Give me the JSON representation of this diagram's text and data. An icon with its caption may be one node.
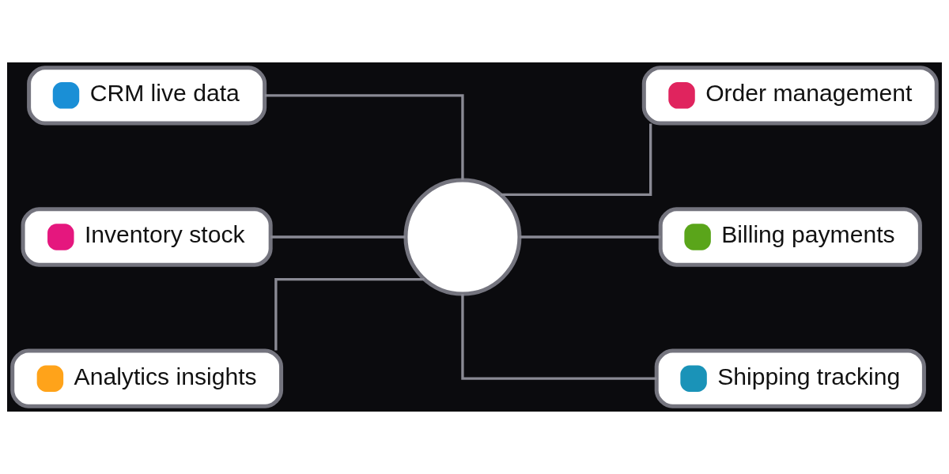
{
  "diagram": {
    "nodes": [
      {
        "text": [
          "Order management"
        ]
      },
      {
        "text": [
          "CRM live data"
        ]
      },
      {
        "text": [
          "Inventory stock"
        ]
      },
      {
        "text": [],
        "shape": "circle"
      },
      {
        "text": [
          "Billing payments"
        ]
      },
      {
        "text": [
          "Shipping tracking"
        ]
      },
      {
        "text": [
          "Analytics insights"
        ]
      }
    ],
    "edges": [
      {
        "from": 1,
        "to": 3,
        "arrow": "none"
      },
      {
        "from": 3,
        "to": 0,
        "arrow": "none"
      },
      {
        "from": 2,
        "to": 3,
        "arrow": "none"
      },
      {
        "from": 3,
        "to": 4,
        "arrow": "none"
      },
      {
        "from": 6,
        "to": 3,
        "arrow": "none"
      },
      {
        "from": 3,
        "to": 5,
        "arrow": "none"
      }
    ]
  }
}
